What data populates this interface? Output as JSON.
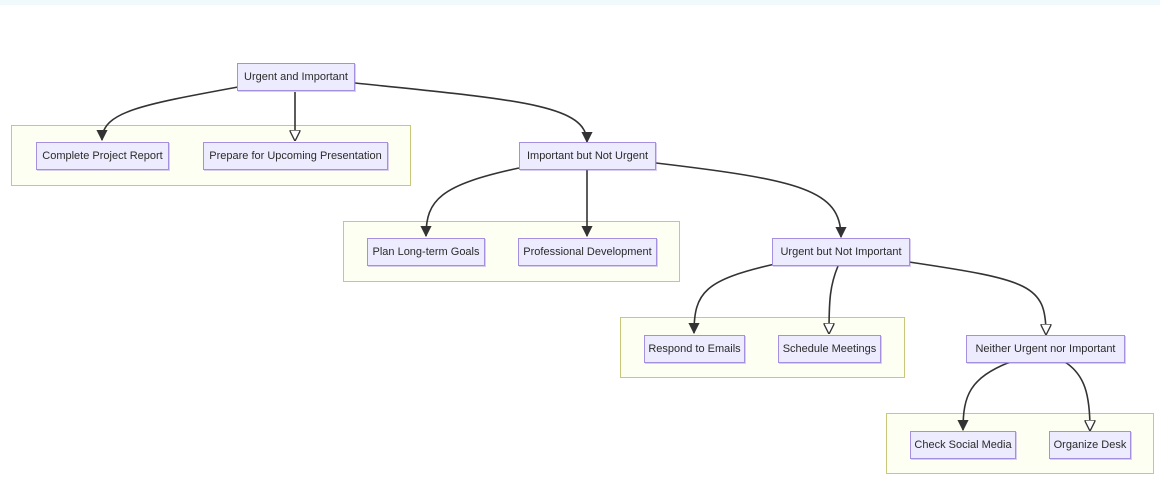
{
  "diagram": {
    "nodes": {
      "urgent_important": "Urgent and Important",
      "complete_report": "Complete Project Report",
      "prepare_presentation": "Prepare for Upcoming Presentation",
      "important_not_urgent": "Important but Not Urgent",
      "plan_goals": "Plan Long-term Goals",
      "professional_dev": "Professional Development",
      "urgent_not_important": "Urgent but Not Important",
      "respond_emails": "Respond to Emails",
      "schedule_meetings": "Schedule Meetings",
      "neither": "Neither Urgent nor Important",
      "check_social": "Check Social Media",
      "organize_desk": "Organize Desk"
    },
    "edges": [
      {
        "from": "urgent_important",
        "to": "complete_report"
      },
      {
        "from": "urgent_important",
        "to": "prepare_presentation"
      },
      {
        "from": "urgent_important",
        "to": "important_not_urgent"
      },
      {
        "from": "important_not_urgent",
        "to": "plan_goals"
      },
      {
        "from": "important_not_urgent",
        "to": "professional_dev"
      },
      {
        "from": "important_not_urgent",
        "to": "urgent_not_important"
      },
      {
        "from": "urgent_not_important",
        "to": "respond_emails"
      },
      {
        "from": "urgent_not_important",
        "to": "schedule_meetings"
      },
      {
        "from": "urgent_not_important",
        "to": "neither"
      },
      {
        "from": "neither",
        "to": "check_social"
      },
      {
        "from": "neither",
        "to": "organize_desk"
      }
    ],
    "colors": {
      "node_fill": "#ececfe",
      "node_border": "#a48fe0",
      "cluster_fill": "#fefff3",
      "cluster_border": "#c8c87a",
      "edge": "#333333"
    }
  }
}
